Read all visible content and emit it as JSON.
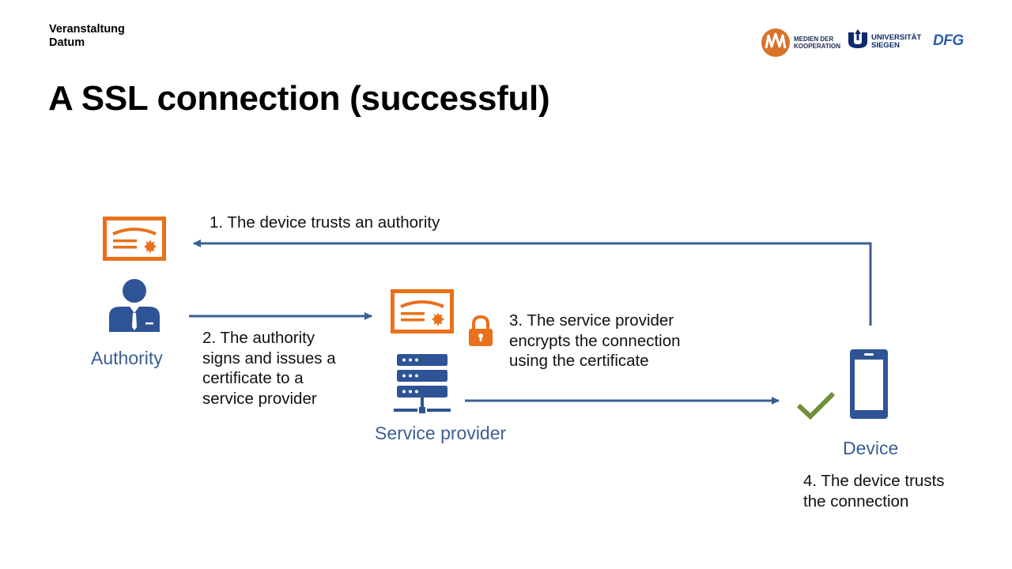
{
  "header": {
    "event_line": "Veranstaltung",
    "date_line": "Datum"
  },
  "logos": {
    "mdk_line1": "MEDIEN DER",
    "mdk_line2": "KOOPERATION",
    "uni_line1": "UNIVERSITÄT",
    "uni_line2": "SIEGEN",
    "dfg": "DFG"
  },
  "title": "A SSL connection (successful)",
  "entities": {
    "authority": "Authority",
    "service_provider": "Service provider",
    "device": "Device"
  },
  "steps": {
    "step1": "1. The device trusts an authority",
    "step2": "2. The authority\nsigns and issues a\ncertificate to a\nservice provider",
    "step3": "3. The service provider\nencrypts the connection\nusing the certificate",
    "step4": "4. The device trusts\nthe connection"
  },
  "colors": {
    "accent_orange": "#e8711a",
    "dark_blue": "#2f5496",
    "arrow_blue": "#3a5f94",
    "label_blue": "#3b5f92",
    "check_green": "#6f8f3a"
  },
  "icons": {
    "certificate": "certificate-icon",
    "person": "person-icon",
    "server": "server-icon",
    "lock": "lock-icon",
    "phone": "phone-icon",
    "check": "check-icon"
  }
}
